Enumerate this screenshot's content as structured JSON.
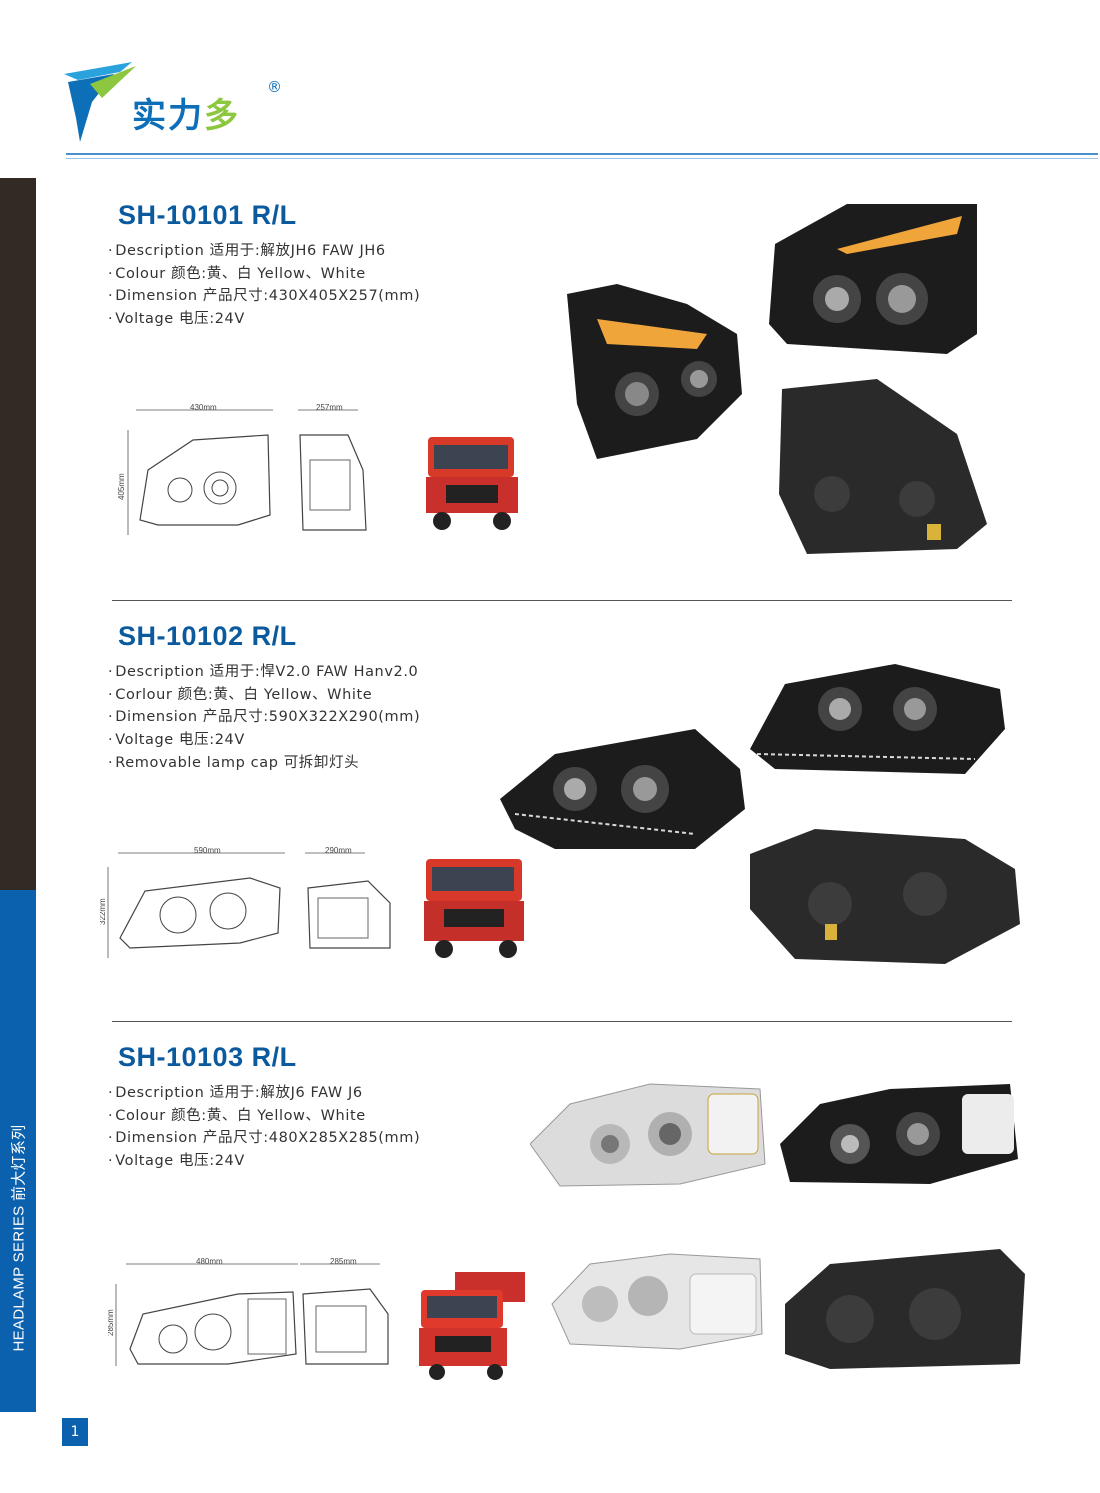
{
  "brand": {
    "name_main": "实力",
    "name_last": "多",
    "registered": "®"
  },
  "sidebar": {
    "label": "HEADLAMP SERIES  前大灯系列"
  },
  "page_number": "1",
  "products": [
    {
      "title": "SH-10101 R/L",
      "specs": [
        "Description 适用于:解放JH6  FAW  JH6",
        "Colour 颜色:黄、白  Yellow、White",
        "Dimension 产品尺寸:430X405X257(mm)",
        "Voltage 电压:24V"
      ],
      "dims": {
        "width": "430mm",
        "depth": "257mm",
        "height": "405mm"
      }
    },
    {
      "title": "SH-10102 R/L",
      "specs": [
        "Description 适用于:悍V2.0 FAW Hanv2.0",
        "Corlour 颜色:黄、白  Yellow、White",
        "Dimension 产品尺寸:590X322X290(mm)",
        "Voltage 电压:24V",
        "Removable lamp cap 可拆卸灯头"
      ],
      "dims": {
        "width": "590mm",
        "depth": "290mm",
        "height": "322mm"
      }
    },
    {
      "title": "SH-10103 R/L",
      "specs": [
        "Description 适用于:解放J6 FAW J6",
        "Colour 颜色:黄、白  Yellow、White",
        "Dimension 产品尺寸:480X285X285(mm)",
        "Voltage 电压:24V"
      ],
      "dims": {
        "width": "480mm",
        "depth": "285mm",
        "height": "285mm"
      }
    }
  ]
}
